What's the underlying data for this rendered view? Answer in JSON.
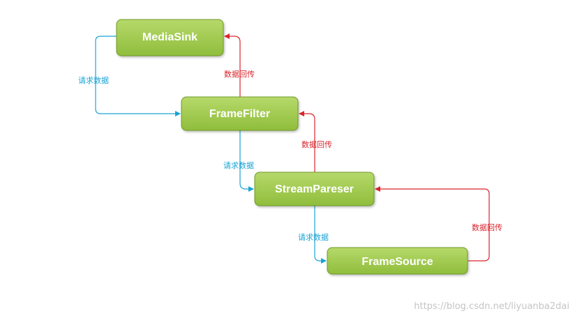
{
  "colors": {
    "node_fill_top": "#b6d96a",
    "node_fill_bottom": "#8fbd3c",
    "node_stroke": "#6f9a28",
    "request_edge": "#1aa3d4",
    "return_edge": "#d9252d"
  },
  "nodes": {
    "media_sink": "MediaSink",
    "frame_filter": "FrameFilter",
    "stream_pareser": "StreamPareser",
    "frame_source": "FrameSource"
  },
  "edges": {
    "request_1": "请求数据",
    "request_2": "请求数据",
    "request_3": "请求数据",
    "return_1": "数据回传",
    "return_2": "数据回传",
    "return_3": "数据回传"
  },
  "watermark": "https://blog.csdn.net/liyuanba2dai"
}
